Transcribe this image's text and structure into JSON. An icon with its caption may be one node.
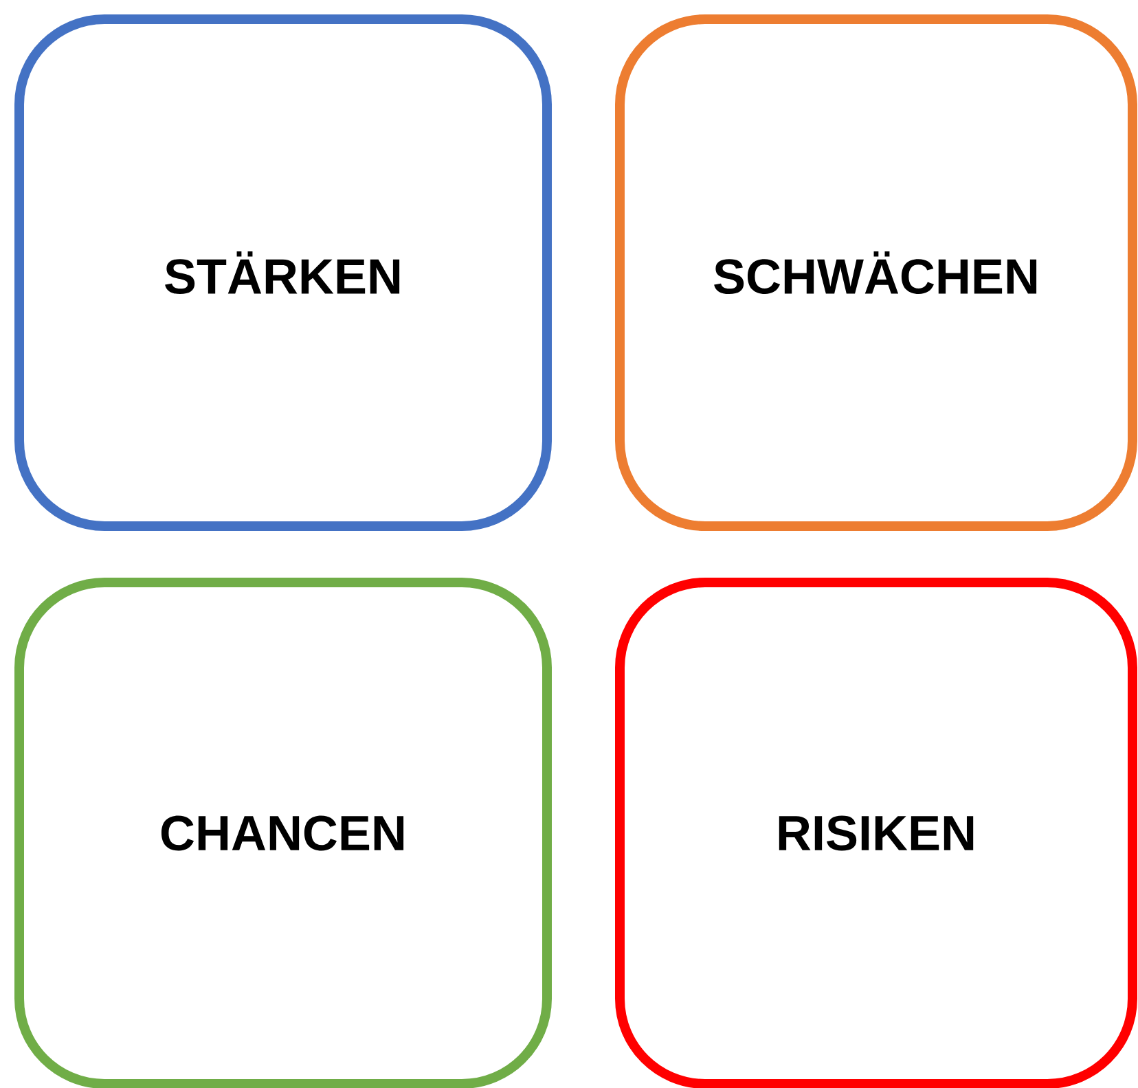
{
  "diagram": {
    "nodes": [
      {
        "text": [
          "STÄRKEN"
        ]
      },
      {
        "text": [
          "SCHWÄCHEN"
        ]
      },
      {
        "text": [
          "CHANCEN"
        ]
      },
      {
        "text": [
          "RISIKEN"
        ]
      }
    ]
  }
}
